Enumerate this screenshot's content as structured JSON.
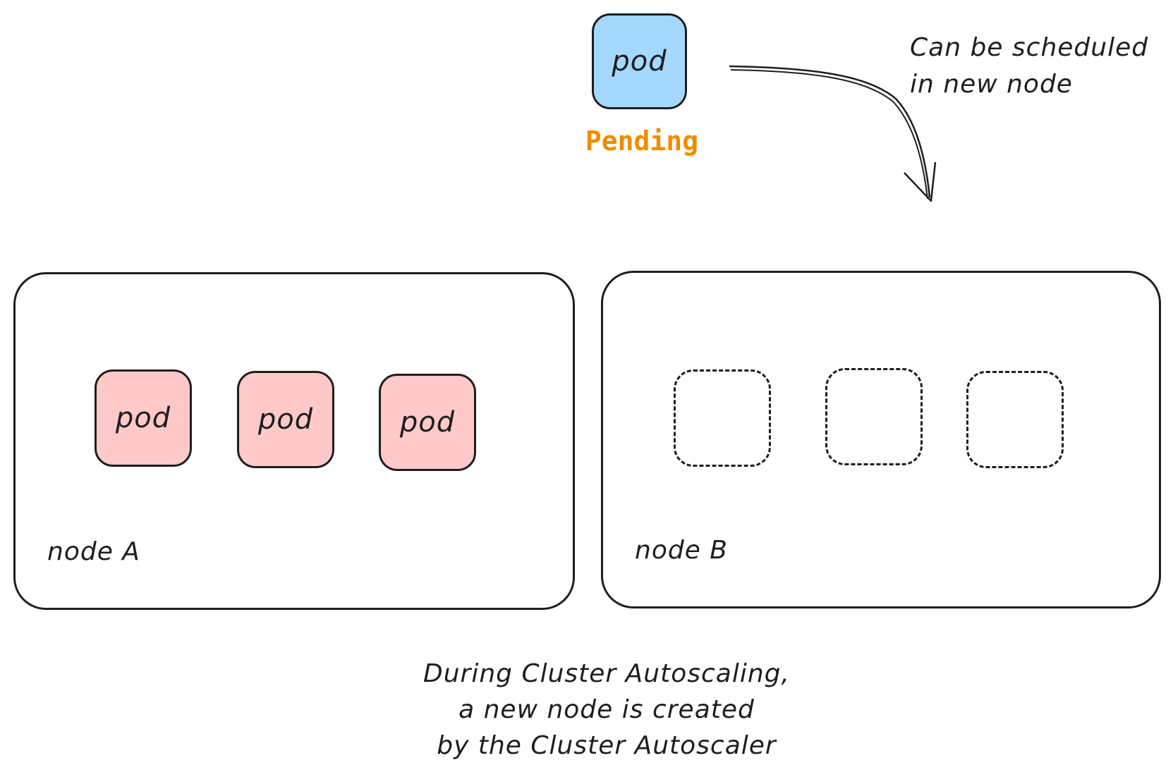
{
  "pending_pod": {
    "label": "pod",
    "status": "Pending",
    "fill_color": "#a5d8ff",
    "status_color": "#f08c00"
  },
  "annotation": {
    "line1": "Can be scheduled",
    "line2": "in new node"
  },
  "node_a": {
    "label": "node A",
    "pods": [
      {
        "label": "pod"
      },
      {
        "label": "pod"
      },
      {
        "label": "pod"
      }
    ],
    "pod_fill_color": "#ffc9c9"
  },
  "node_b": {
    "label": "node B",
    "empty_slots": 3
  },
  "caption": {
    "line1": "During Cluster Autoscaling,",
    "line2": "a new node is created",
    "line3": "by the Cluster Autoscaler"
  }
}
